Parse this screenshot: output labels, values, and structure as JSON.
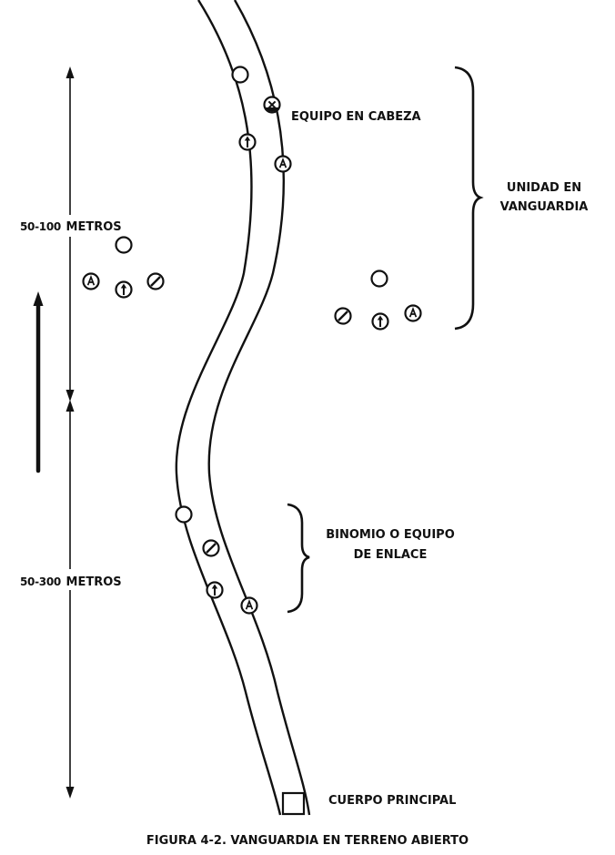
{
  "labels": {
    "lead_team": "EQUIPO EN CABEZA",
    "vanguard_unit_line1": "UNIDAD EN",
    "vanguard_unit_line2": "VANGUARDIA",
    "binomio_line1": "BINOMIO O EQUIPO",
    "binomio_line2": "DE ENLACE",
    "main_body": "CUERPO PRINCIPAL"
  },
  "distances": {
    "upper_value": "50-100",
    "upper_unit": "METROS",
    "lower_value": "50-300",
    "lower_unit": "METROS"
  },
  "symbols": {
    "automatic_rifle_letter": "A"
  },
  "caption": "FIGURA 4-2. VANGUARDIA EN TERRENO ABIERTO"
}
